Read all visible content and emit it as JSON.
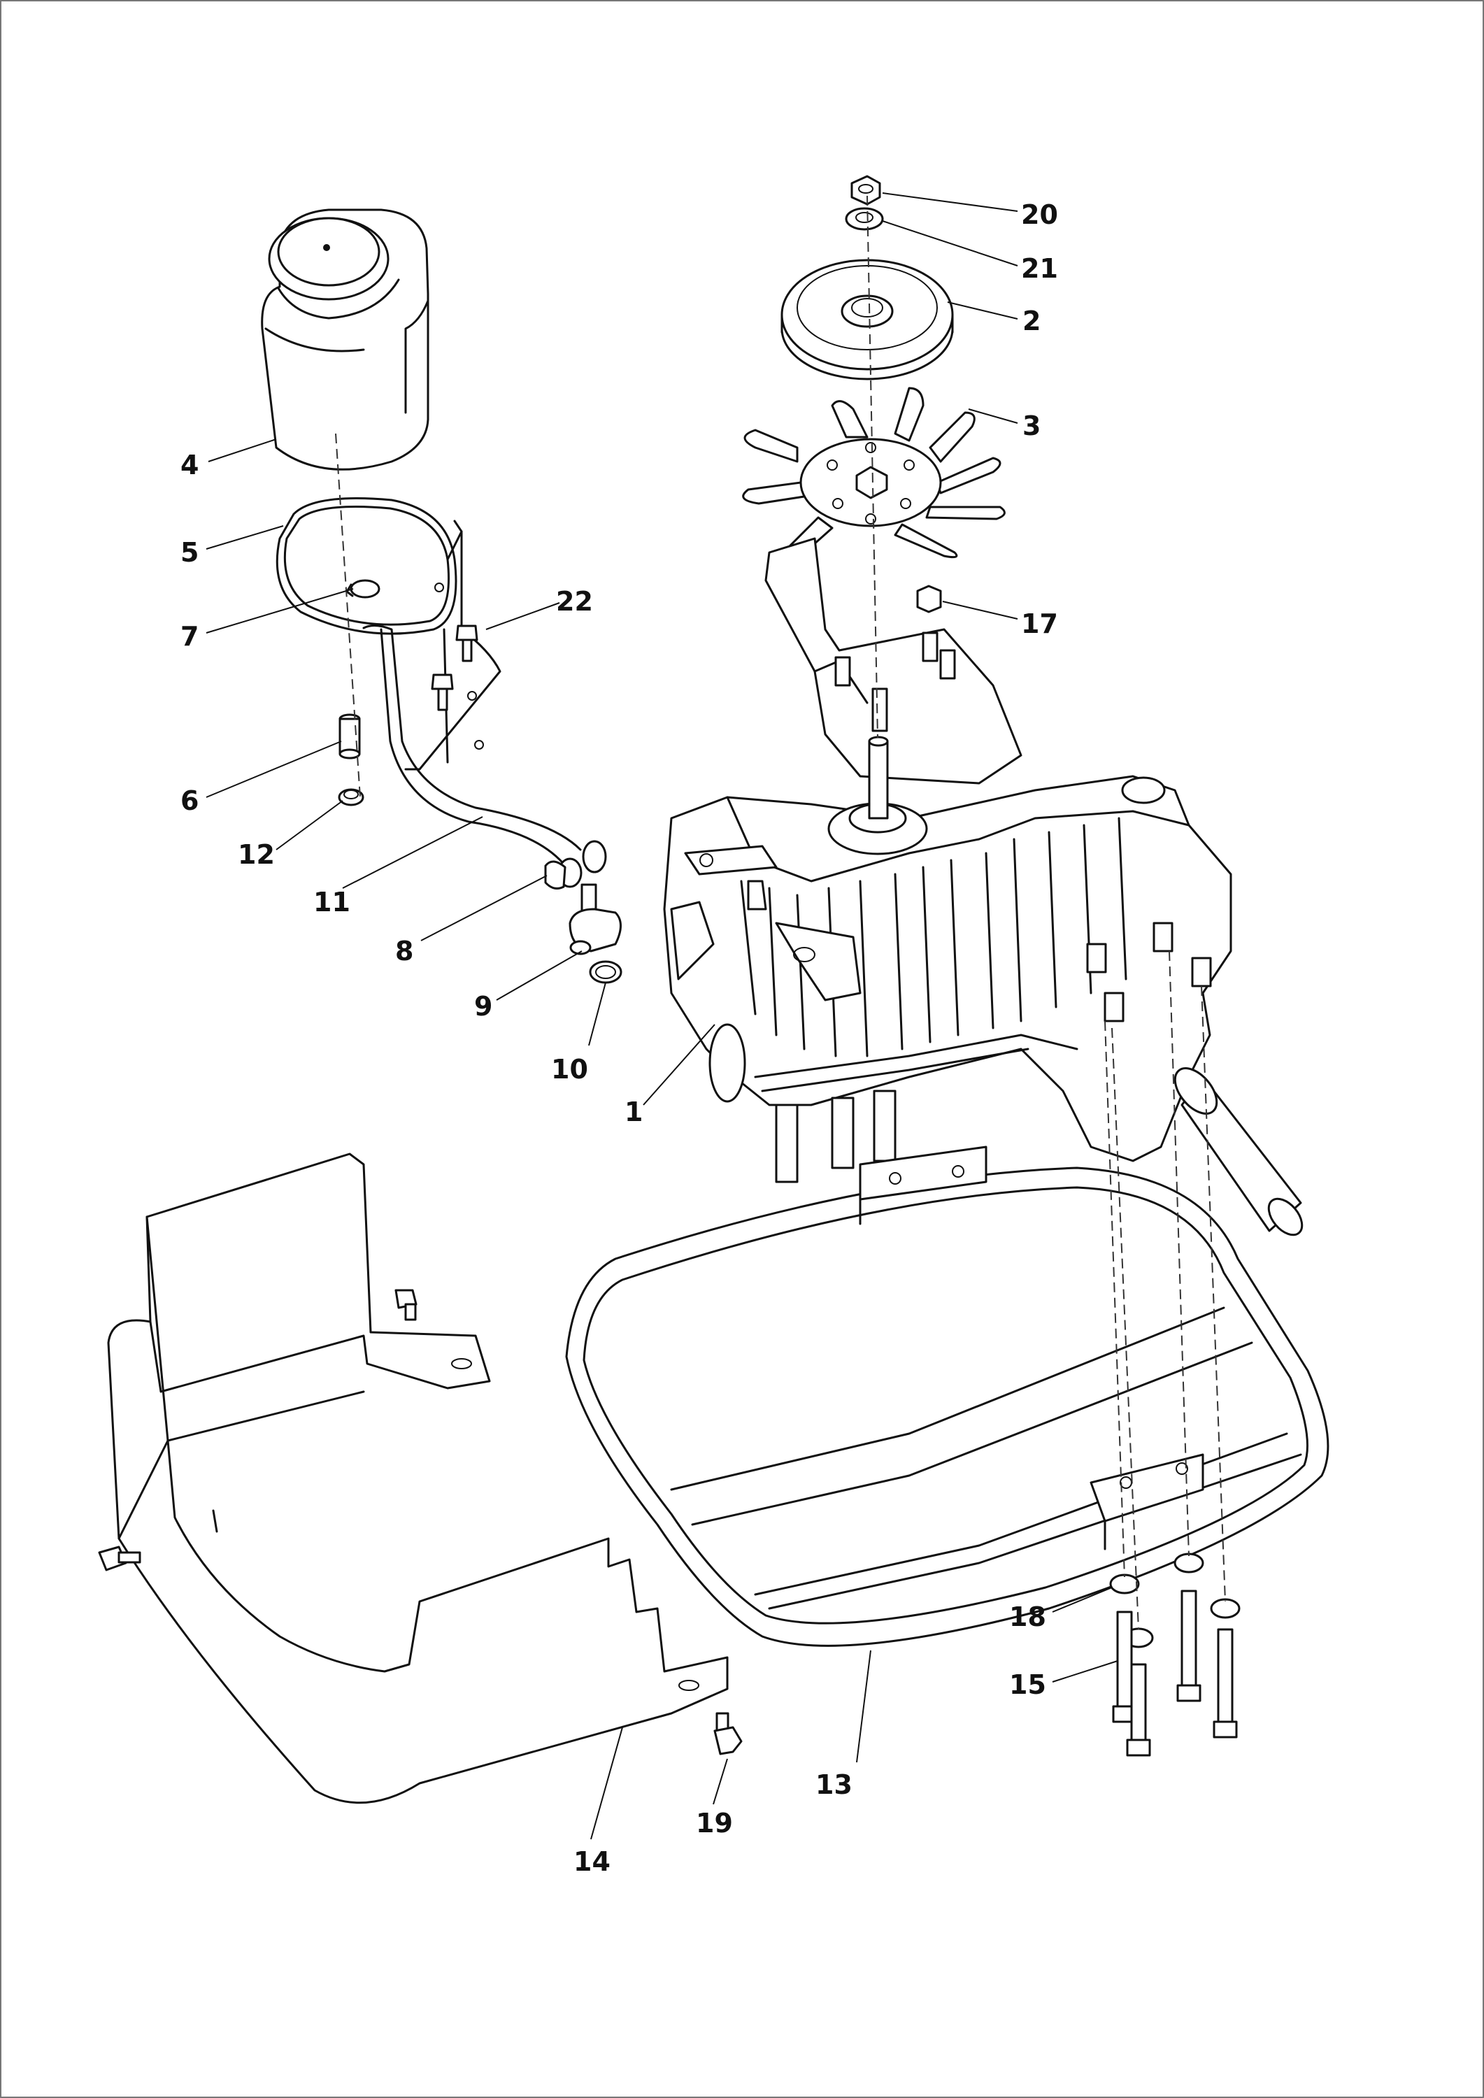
{
  "diagram": {
    "type": "exploded parts diagram",
    "callouts": [
      "1",
      "2",
      "3",
      "4",
      "5",
      "6",
      "7",
      "8",
      "9",
      "10",
      "11",
      "12",
      "13",
      "14",
      "15",
      "17",
      "18",
      "19",
      "20",
      "21",
      "22"
    ]
  }
}
